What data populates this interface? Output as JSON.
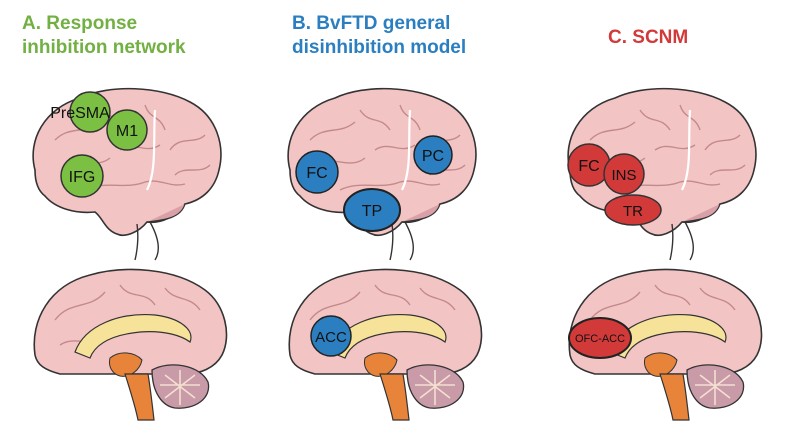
{
  "panels": {
    "a": {
      "title_line1": "A. Response",
      "title_line2": "inhibition network",
      "color": "#72b043",
      "lateral_regions": [
        "PreSMA",
        "M1",
        "IFG"
      ]
    },
    "b": {
      "title_line1": "B. BvFTD general",
      "title_line2": "disinhibition model",
      "color": "#2b7fc0",
      "lateral_regions": [
        "FC",
        "PC",
        "TP"
      ],
      "medial_regions": [
        "ACC"
      ]
    },
    "c": {
      "title_line1": "C. SCNM",
      "color": "#d23a3a",
      "lateral_regions": [
        "FC",
        "INS",
        "TR"
      ],
      "medial_regions": [
        "OFC-ACC"
      ]
    }
  },
  "colors": {
    "brain_fill": "#f3c4c4",
    "brain_outline": "#333333",
    "cerebellum": "#c99aa8",
    "corpus_callosum": "#f7e29a",
    "brainstem": "#e8843a"
  }
}
